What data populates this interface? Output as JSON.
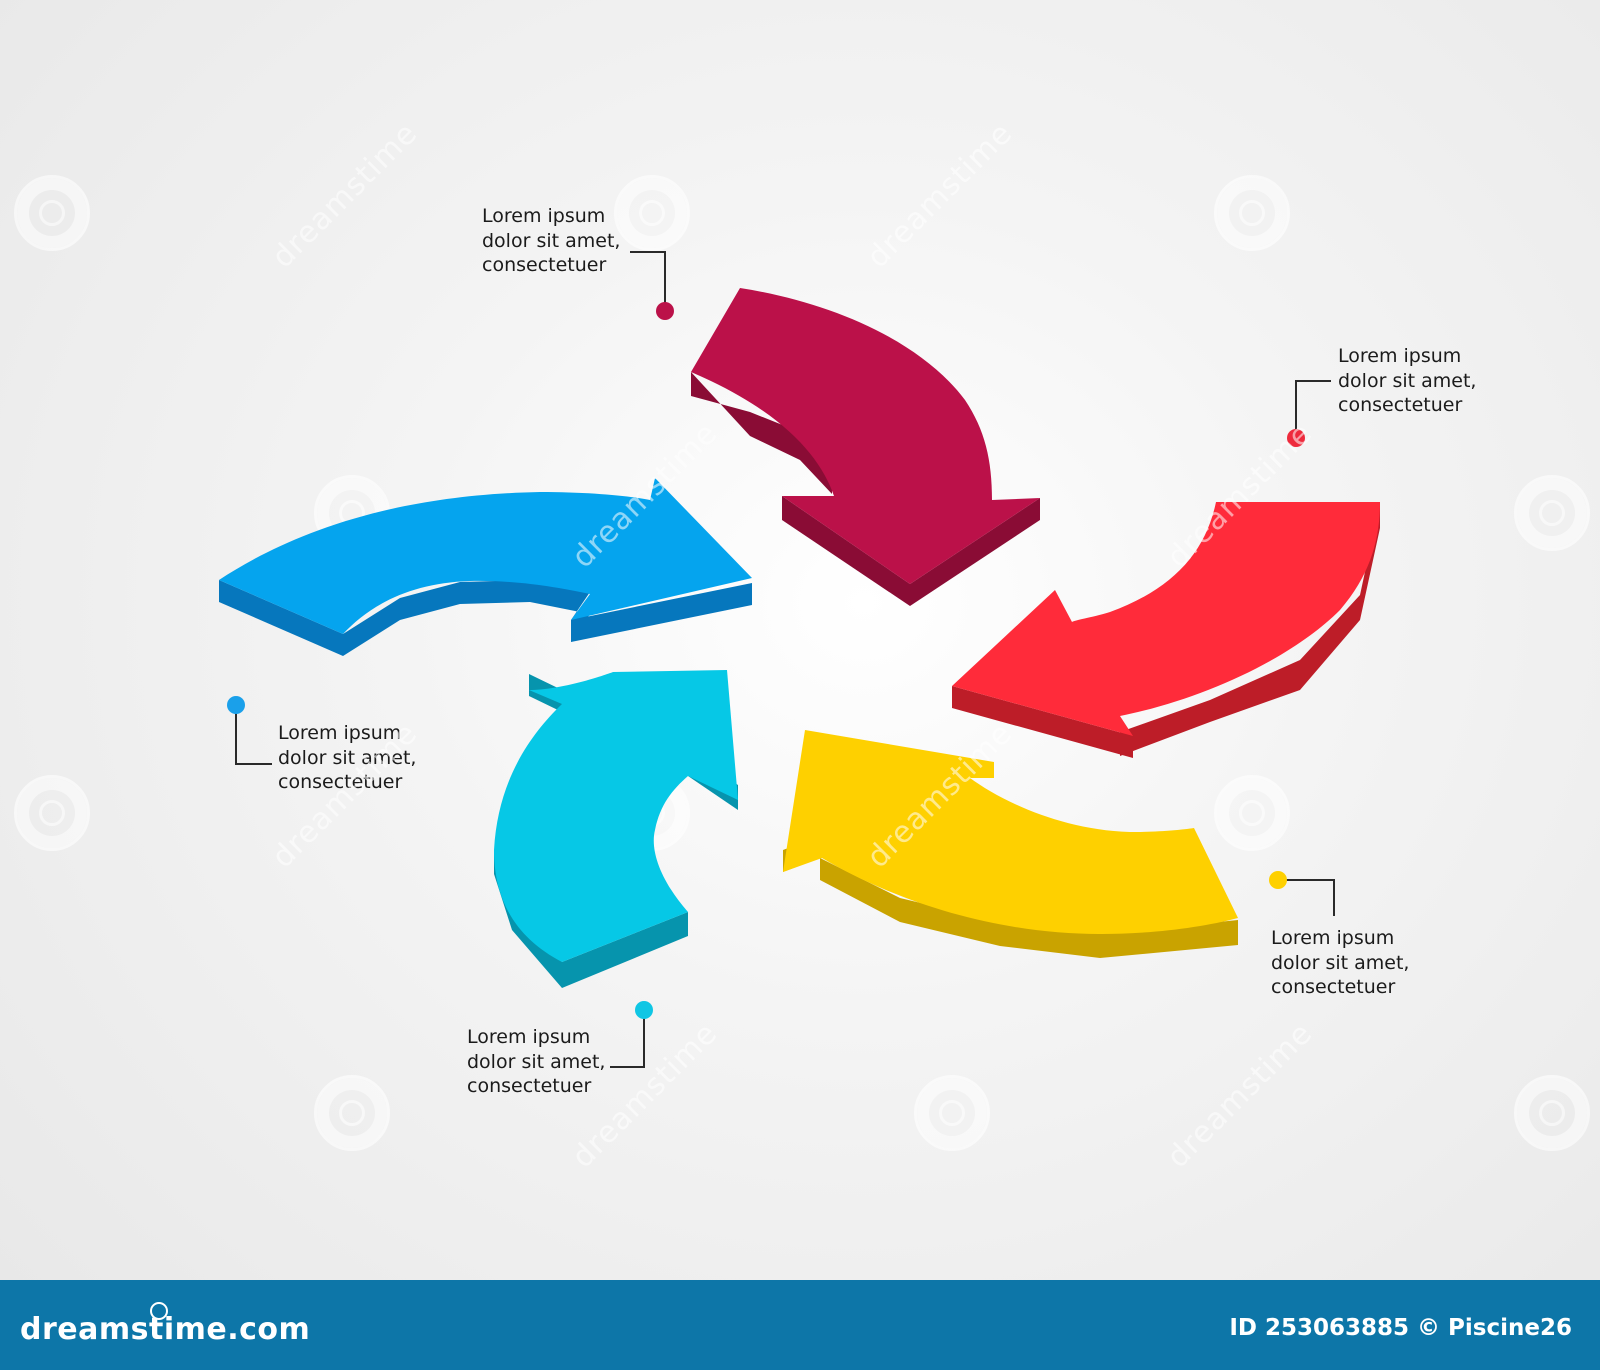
{
  "diagram": {
    "arrows": [
      {
        "id": "blue",
        "color": "#05a4ee",
        "side_color": "#0677bd",
        "direction": "right"
      },
      {
        "id": "crimson",
        "color": "#bb1149",
        "side_color": "#8a0c35",
        "direction": "down"
      },
      {
        "id": "red",
        "color": "#ff2b3a",
        "side_color": "#bd1d28",
        "direction": "left"
      },
      {
        "id": "yellow",
        "color": "#fed000",
        "side_color": "#c9a300",
        "direction": "left"
      },
      {
        "id": "cyan",
        "color": "#06c8e6",
        "side_color": "#0694ad",
        "direction": "up"
      }
    ],
    "labels": [
      {
        "id": "crimson",
        "marker_color": "#bb1149",
        "lines": [
          "Lorem ipsum",
          "dolor sit amet,",
          "consectetuer"
        ]
      },
      {
        "id": "red",
        "marker_color": "#ee2a3c",
        "lines": [
          "Lorem ipsum",
          "dolor sit amet,",
          "consectetuer"
        ]
      },
      {
        "id": "blue",
        "marker_color": "#1aa0ea",
        "lines": [
          "Lorem ipsum",
          "dolor sit amet,",
          "consectetuer"
        ]
      },
      {
        "id": "cyan",
        "marker_color": "#0fc6e4",
        "lines": [
          "Lorem ipsum",
          "dolor sit amet,",
          "consectetuer"
        ]
      },
      {
        "id": "yellow",
        "marker_color": "#fed000",
        "lines": [
          "Lorem ipsum",
          "dolor sit amet,",
          "consectetuer"
        ]
      }
    ]
  },
  "watermark": {
    "text": "dreamstime",
    "icon": "swirl-logo-icon"
  },
  "footer": {
    "brand": "dreamstime.com",
    "credit": "ID 253063885 © Piscine26",
    "background": "#0d76a8"
  }
}
